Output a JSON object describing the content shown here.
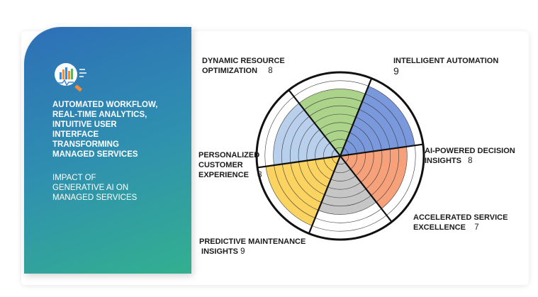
{
  "panel": {
    "icon": "analytics-monitor-icon",
    "title": "AUTOMATED WORKFLOW,\nREAL-TIME ANALYTICS,\nINTUITIVE USER\nINTERFACE\nTRANSFORMING\nMANAGED SERVICES",
    "subtitle": "IMPACT OF\nGENERATIVE AI ON\nMANAGED SERVICES"
  },
  "colors": {
    "panel_gradient": [
      "#2d6fb7",
      "#33b08f"
    ],
    "outline": "#111111"
  },
  "chart_data": {
    "type": "polar_area",
    "max": 10,
    "grid": true,
    "categories": [
      "INTELLIGENT AUTOMATION",
      "AI-POWERED DECISION\nINSIGHTS",
      "ACCELERATED SERVICE\nEXCELLENCE",
      "PREDICTIVE MAINTENANCE\nINSIGHTS",
      "PERSONALIZED\nCUSTOMER\nEXPERIENCE",
      "DYNAMIC RESOURCE\nOPTIMIZATION"
    ],
    "values": [
      9,
      8,
      7,
      9,
      8,
      8
    ],
    "value_labels": [
      "9",
      "8",
      "7",
      "9",
      "8",
      "8"
    ],
    "colors": [
      "#7a98dc",
      "#f6a17a",
      "#c6c6c6",
      "#fad361",
      "#b9d0ec",
      "#abd48a"
    ]
  }
}
